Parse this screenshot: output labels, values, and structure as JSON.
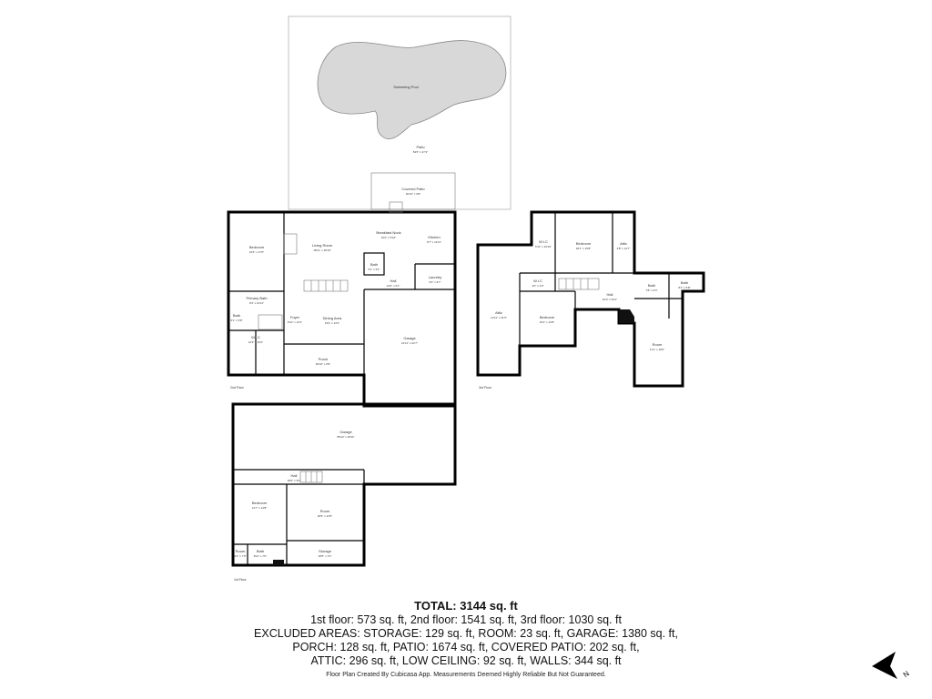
{
  "floors": {
    "second": {
      "label": "2nd Floor",
      "rooms": [
        {
          "name": "Bedroom",
          "dim": "12'6\" x 17'0\""
        },
        {
          "name": "Living Room",
          "dim": "18'11\" x 18'10\""
        },
        {
          "name": "Breakfast Nook",
          "dim": "12'0\" x 5'10\""
        },
        {
          "name": "Kitchen",
          "dim": "9'7\" x 11'11\""
        },
        {
          "name": "Bath",
          "dim": "5'1\" x 5'1\""
        },
        {
          "name": "Laundry",
          "dim": "9'3\" x 6'7\""
        },
        {
          "name": "Hall",
          "dim": "12'0\" x 9'1\""
        },
        {
          "name": "Primary Bath",
          "dim": "9'4\" x 10'11\""
        },
        {
          "name": "Bath",
          "dim": "5'1\" x 5'8\""
        },
        {
          "name": "Foyer",
          "dim": "6'10\" x 13'1\""
        },
        {
          "name": "Dining Area",
          "dim": "13'0\" x 13'1\""
        },
        {
          "name": "Garage",
          "dim": "21'11\" x 22'7\""
        },
        {
          "name": "W.I.C",
          "dim": "12'9\" x 10'2\""
        },
        {
          "name": "Porch",
          "dim": "18'10\" x 6'9\""
        }
      ]
    },
    "outdoor": {
      "pool": {
        "name": "Swimming Pool"
      },
      "patio": {
        "name": "Patio",
        "dim": "54'6\" x 47'4\""
      },
      "covered_patio": {
        "name": "Covered Patio",
        "dim": "20'10\" x 9'8\""
      }
    },
    "third": {
      "label": "3rd Floor",
      "rooms": [
        {
          "name": "W.I.C",
          "dim": "5'11\" x 10'10\""
        },
        {
          "name": "Bedroom",
          "dim": "18'1\" x 15'8\""
        },
        {
          "name": "Attic",
          "dim": "4'8\" x 14'7\""
        },
        {
          "name": "W.I.C",
          "dim": "4'0\" x 4'0\""
        },
        {
          "name": "Hall",
          "dim": "10'0\" x 9'11\""
        },
        {
          "name": "Bath",
          "dim": "7'8\" x 6'4\""
        },
        {
          "name": "Bath",
          "dim": "8'1\" x 5'8\""
        },
        {
          "name": "Attic",
          "dim": "12'11\" x 31'5\""
        },
        {
          "name": "Bedroom",
          "dim": "16'2\" x 12'8\""
        },
        {
          "name": "Room",
          "dim": "11'1\" x 19'0\""
        }
      ]
    },
    "first": {
      "label": "1st Floor",
      "rooms": [
        {
          "name": "Garage",
          "dim": "55'10\" x 18'11\""
        },
        {
          "name": "Hall",
          "dim": "18'0\" x 3'0\""
        },
        {
          "name": "Bedroom",
          "dim": "12'7\" x 14'8\""
        },
        {
          "name": "Room",
          "dim": "18'6\" x 12'5\""
        },
        {
          "name": "Room",
          "dim": "4'1\" x 7'0\""
        },
        {
          "name": "Bath",
          "dim": "8'11\" x 7'0\""
        },
        {
          "name": "Storage",
          "dim": "18'5\" x 7'0\""
        }
      ]
    }
  },
  "summary": {
    "total": "TOTAL: 3144 sq. ft",
    "lines": [
      "1st floor: 573 sq. ft, 2nd floor: 1541 sq. ft, 3rd floor: 1030 sq. ft",
      "EXCLUDED AREAS: STORAGE: 129 sq. ft, ROOM: 23 sq. ft, GARAGE: 1380 sq. ft,",
      "PORCH: 128 sq. ft, PATIO: 1674 sq. ft, COVERED PATIO: 202 sq. ft,",
      "ATTIC: 296 sq. ft, LOW CEILING: 92 sq. ft, WALLS: 344 sq. ft"
    ],
    "credit": "Floor Plan Created By Cubicasa App. Measurements Deemed Highly Reliable But Not Guaranteed."
  },
  "compass": {
    "icon": "north-arrow-icon",
    "letter": "N"
  }
}
